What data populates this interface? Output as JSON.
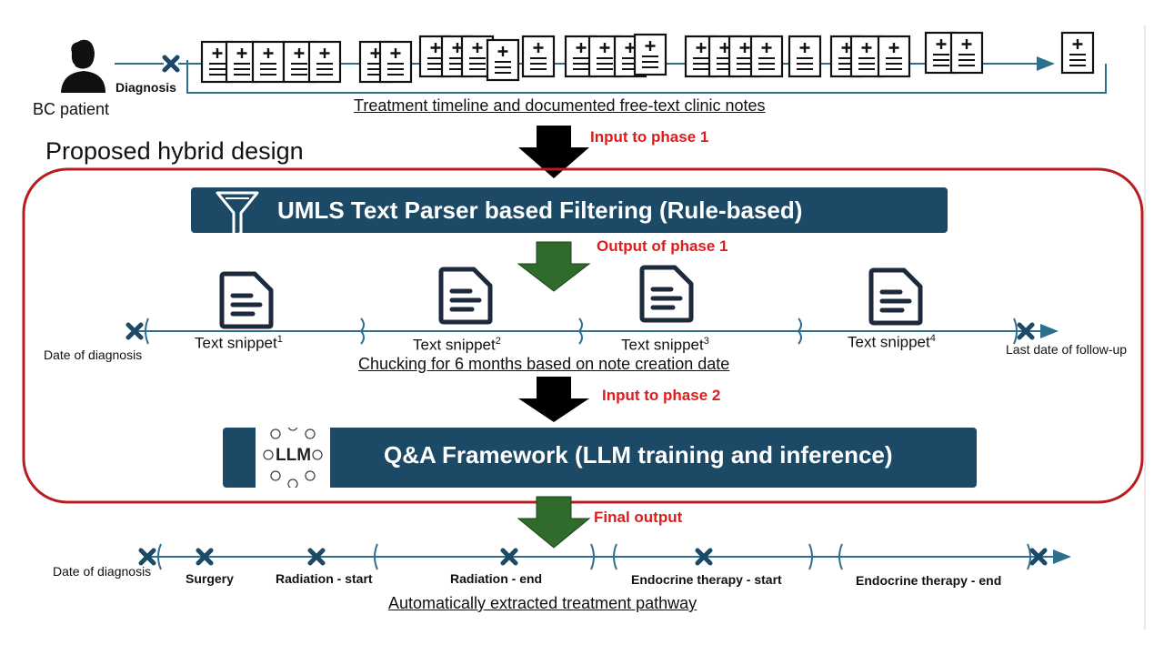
{
  "top": {
    "patient_label": "BC patient",
    "diagnosis_label": "Diagnosis",
    "timeline_caption": "Treatment timeline and documented free-text clinic notes"
  },
  "design_title": "Proposed hybrid design",
  "phase_labels": {
    "input_phase1": "Input to phase 1",
    "output_phase1": "Output of phase 1",
    "input_phase2": "Input to phase 2",
    "final_output": "Final output"
  },
  "phase1_box": {
    "title": "UMLS Text Parser based Filtering (Rule-based)",
    "icon": "funnel-icon"
  },
  "snippets": {
    "label": "Text snippet",
    "items": [
      {
        "sup": "1"
      },
      {
        "sup": "2"
      },
      {
        "sup": "3"
      },
      {
        "sup": "4"
      }
    ],
    "start_label": "Date of diagnosis",
    "end_label": "Last date of follow-up",
    "caption": "Chucking for 6 months based on note creation date"
  },
  "phase2_box": {
    "title": "Q&A Framework (LLM training and inference)",
    "icon_label": "LLM"
  },
  "pathway": {
    "start_label": "Date of diagnosis",
    "milestones": [
      "Surgery",
      "Radiation - start",
      "Radiation - end",
      "Endocrine therapy - start",
      "Endocrine therapy - end"
    ],
    "caption": "Automatically extracted treatment pathway"
  },
  "colors": {
    "navy": "#1c4a66",
    "timeline_blue": "#2e6e8e",
    "red": "#e11b1b",
    "frame_red": "#b81c1c",
    "green_arrow": "#2f6b2a"
  }
}
